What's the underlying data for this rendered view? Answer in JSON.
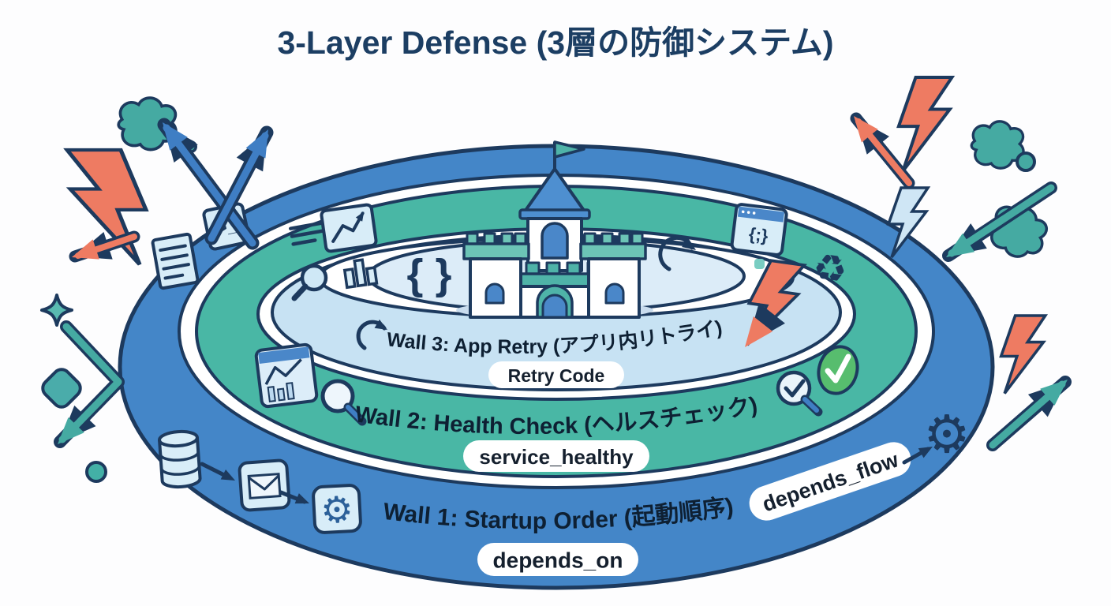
{
  "title": "3-Layer Defense (3層の防御システム)",
  "walls": {
    "wall1": {
      "label": "Wall 1: Startup Order (起動順序)",
      "badge": "depends_on",
      "flow_badge": "depends_flow"
    },
    "wall2": {
      "label": "Wall 2: Health Check (ヘルスチェック)",
      "badge": "service_healthy"
    },
    "wall3": {
      "label": "Wall 3: App Retry (アプリ内リトライ)",
      "badge": "Retry Code"
    }
  },
  "center": {
    "braces_glyph": "{ }"
  },
  "icons": {
    "terminal_glyph": ">_",
    "code_window_glyph": "{;}",
    "recycle_glyph": "♻",
    "gear_glyph": "⚙"
  },
  "colors": {
    "navy_outline": "#1d3a5e",
    "title_navy": "#1c3e63",
    "blue_ring": "#4486c8",
    "green_ring": "#49b7a5",
    "lightblue_ring": "#c7e2f3",
    "courtyard": "#dcecf8",
    "attack_orange": "#ee7b62",
    "deflect_teal": "#45aaa2",
    "arrow_blue": "#3f7ec4",
    "check_green": "#57bd6e",
    "badge_white": "#ffffff"
  }
}
